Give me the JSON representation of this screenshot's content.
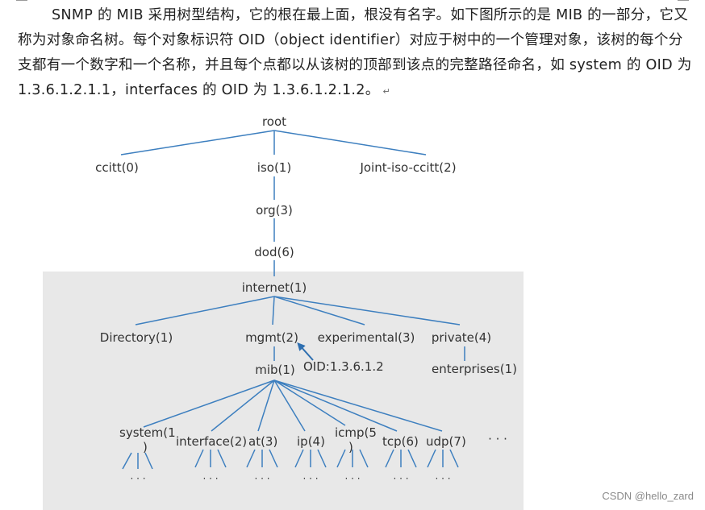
{
  "paragraph": {
    "text": "SNMP 的 MIB 采用树型结构，它的根在最上面，根没有名字。如下图所示的是 MIB 的一部分，它又称为对象命名树。每个对象标识符 OID（object identifier）对应于树中的一个管理对象，该树的每个分支都有一个数字和一个名称，并且每个点都以从该树的顶部到该点的完整路径命名，如 system 的 OID 为 1.3.6.1.2.1.1，interfaces 的 OID 为 1.3.6.1.2.1.2。",
    "return_mark": "↵"
  },
  "tree": {
    "root": "root",
    "ccitt": "ccitt(0)",
    "iso": "iso(1)",
    "joint": "Joint-iso-ccitt(2)",
    "org": "org(3)",
    "dod": "dod(6)",
    "internet": "internet(1)",
    "directory": "Directory(1)",
    "mgmt": "mgmt(2)",
    "experimental": "experimental(3)",
    "private": "private(4)",
    "mib": "mib(1)",
    "oid_annotation": "OID:1.3.6.1.2",
    "enterprises": "enterprises(1)",
    "system_line1": "system(1",
    "system_line2": ")",
    "interface": "interface(2)",
    "at": "at(3)",
    "ip": "ip(4)",
    "icmp_line1": "icmp(5",
    "icmp_line2": ")",
    "tcp": "tcp(6)",
    "udp": "udp(7)",
    "more": "· · ·",
    "leaf_dots": "· · ·"
  },
  "colors": {
    "line": "#3d7fbf",
    "panel": "#e8e8e8",
    "text": "#333333"
  },
  "watermark": "CSDN @hello_zard"
}
